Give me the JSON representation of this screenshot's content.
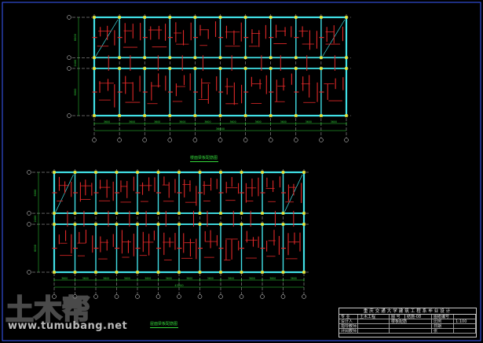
{
  "drawing": {
    "background_color": "#000000",
    "frame_color": "#3a5cff",
    "wall_color": "#41e0e6",
    "rebar_color": "#e02828",
    "column_color": "#e8e83a",
    "gridline_color": "#f2f2f2",
    "dimension_color": "#33d63a"
  },
  "plans": [
    {
      "caption": "楼面梁板配筋图",
      "bays": 10,
      "dimension_labels": [
        "3600",
        "3600",
        "3600",
        "3600",
        "3600",
        "3600",
        "3600",
        "3600",
        "3600",
        "3600"
      ],
      "overall_dimension": "36000",
      "left_dimension_labels": [
        "6000",
        "2400",
        "6000"
      ]
    },
    {
      "caption": "屋面梁板配筋图",
      "bays": 12,
      "dimension_labels": [
        "3600",
        "3600",
        "3600",
        "3600",
        "3600",
        "3600",
        "3600",
        "3600",
        "3600",
        "3600",
        "3600",
        "3600"
      ],
      "overall_dimension": "43200",
      "left_dimension_labels": [
        "6000",
        "2400",
        "6000"
      ]
    }
  ],
  "title_block": {
    "header": "重庆交通大学建筑工程系毕业设计",
    "rows": [
      {
        "label": "专 业",
        "value": "土木工程",
        "label2": "图 号",
        "value2": "结施-08",
        "label3": "图纸编号",
        "value3": ""
      },
      {
        "label": "设计人",
        "value": "",
        "label2": "楼板配筋",
        "value2": "",
        "label3": "比例",
        "value3": "1:100"
      },
      {
        "label": "指导教师",
        "value": "",
        "label2": "",
        "value2": "",
        "label3": "日期",
        "value3": ""
      },
      {
        "label": "评阅教师",
        "value": "",
        "label2": "",
        "value2": "",
        "label3": "张",
        "value3": ""
      }
    ]
  },
  "watermark": {
    "logo_text": "土木帮",
    "url": "www.tumubang.net"
  }
}
